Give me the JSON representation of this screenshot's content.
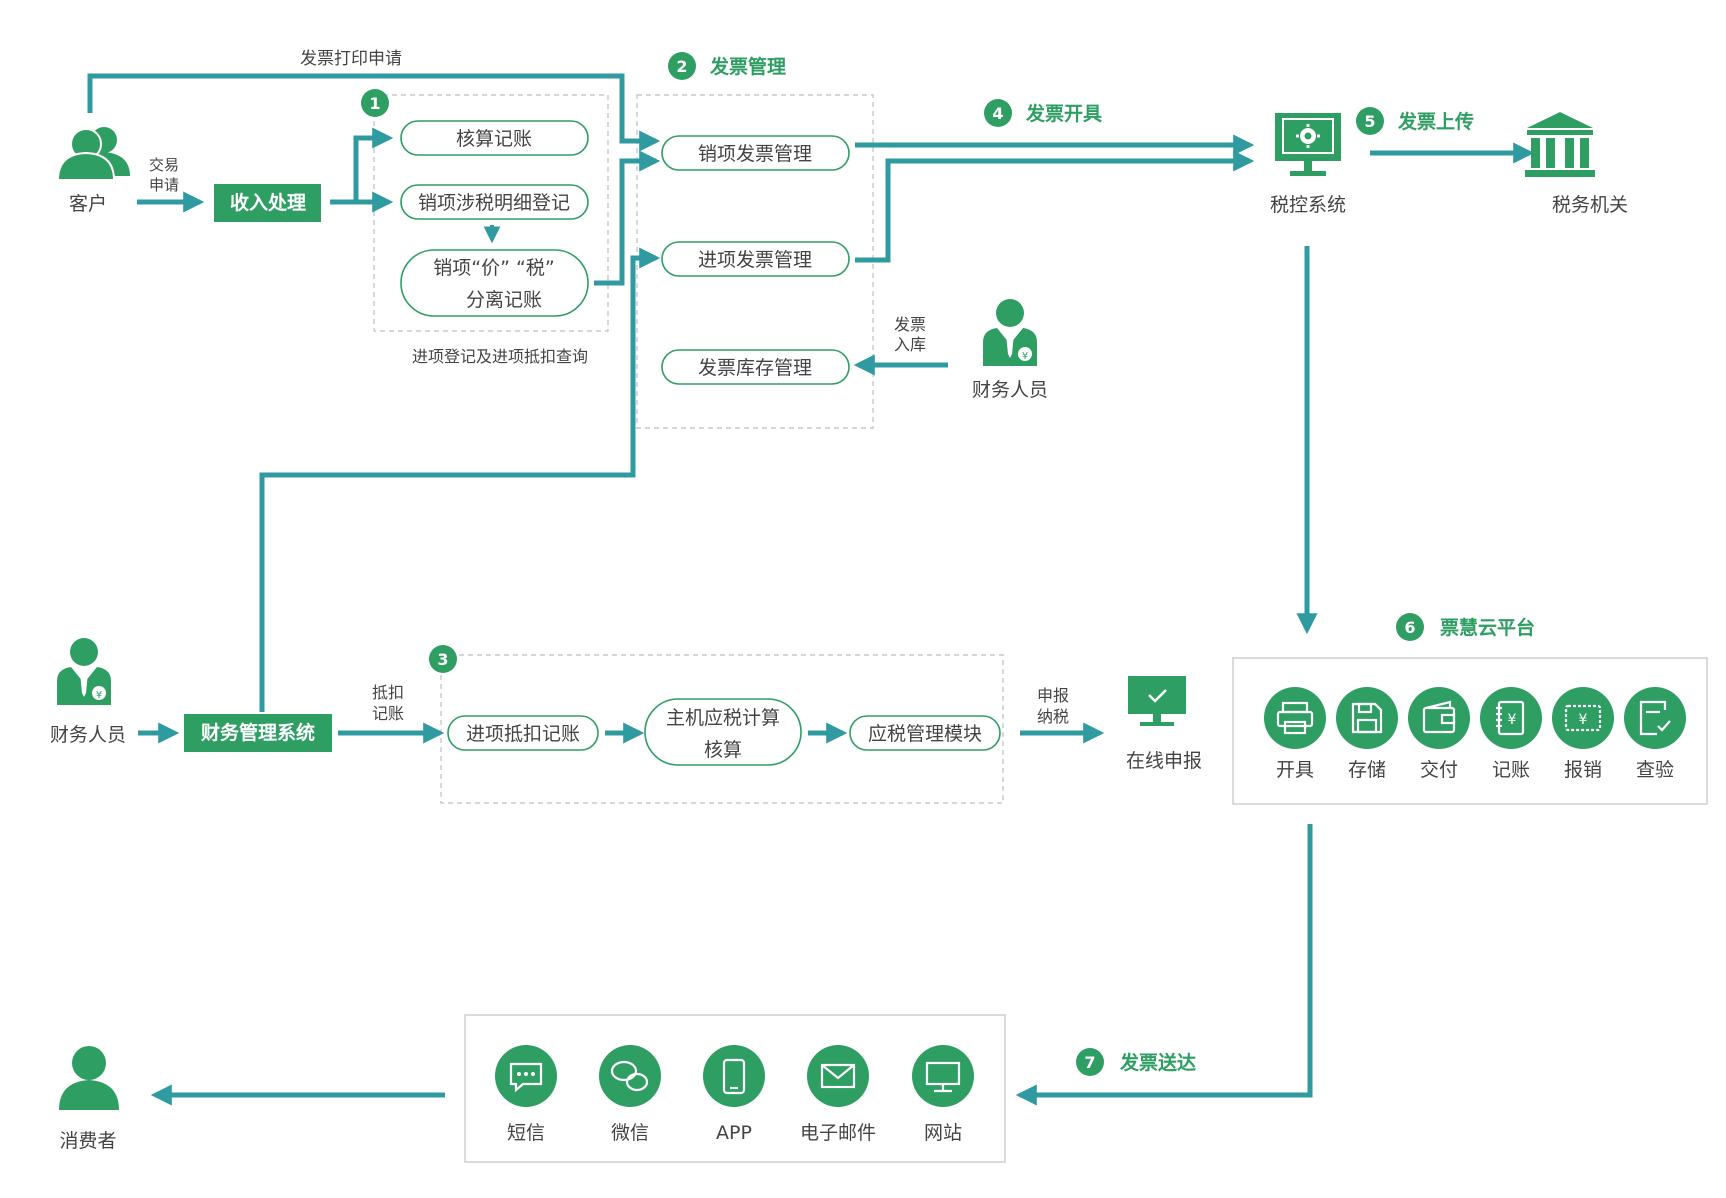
{
  "colors": {
    "flow": "#2f9aa0",
    "green": "#2e9e63",
    "pill_border": "#2e9e63",
    "dash": "#bdbdbd",
    "text": "#444444"
  },
  "labels": {
    "invoice_print_request": "发票打印申请",
    "trade_request_1": "交易",
    "trade_request_2": "申请",
    "customer": "客户",
    "income_processing": "收入处理",
    "accounting": "核算记账",
    "sales_tax_detail": "销项涉税明细登记",
    "price_tax_1": "销项“价” “税”",
    "price_tax_2": "分离记账",
    "input_query": "进项登记及进项抵扣查询",
    "sales_invoice_mgmt": "销项发票管理",
    "input_invoice_mgmt": "进项发票管理",
    "invoice_stock_mgmt": "发票库存管理",
    "invoice_in_1": "发票",
    "invoice_in_2": "入库",
    "finance_staff": "财务人员",
    "tax_control": "税控系统",
    "tax_authority": "税务机关",
    "finance_system": "财务管理系统",
    "deduct_1": "抵扣",
    "deduct_2": "记账",
    "input_deduct": "进项抵扣记账",
    "host_tax_1": "主机应税计算",
    "host_tax_2": "核算",
    "tax_module": "应税管理模块",
    "declare_1": "申报",
    "declare_2": "纳税",
    "online_declare": "在线申报",
    "consumer": "消费者"
  },
  "steps": [
    {
      "num": "1",
      "label": ""
    },
    {
      "num": "2",
      "label": "发票管理"
    },
    {
      "num": "3",
      "label": ""
    },
    {
      "num": "4",
      "label": "发票开具"
    },
    {
      "num": "5",
      "label": "发票上传"
    },
    {
      "num": "6",
      "label": "票慧云平台"
    },
    {
      "num": "7",
      "label": "发票送达"
    }
  ],
  "platform_items": [
    {
      "label": "开具",
      "icon": "printer-icon"
    },
    {
      "label": "存储",
      "icon": "save-icon"
    },
    {
      "label": "交付",
      "icon": "wallet-icon"
    },
    {
      "label": "记账",
      "icon": "ledger-icon"
    },
    {
      "label": "报销",
      "icon": "yen-ticket-icon"
    },
    {
      "label": "查验",
      "icon": "check-doc-icon"
    }
  ],
  "delivery_items": [
    {
      "label": "短信",
      "icon": "sms-icon"
    },
    {
      "label": "微信",
      "icon": "wechat-icon"
    },
    {
      "label": "APP",
      "icon": "phone-icon"
    },
    {
      "label": "电子邮件",
      "icon": "mail-icon"
    },
    {
      "label": "网站",
      "icon": "monitor-icon"
    }
  ]
}
